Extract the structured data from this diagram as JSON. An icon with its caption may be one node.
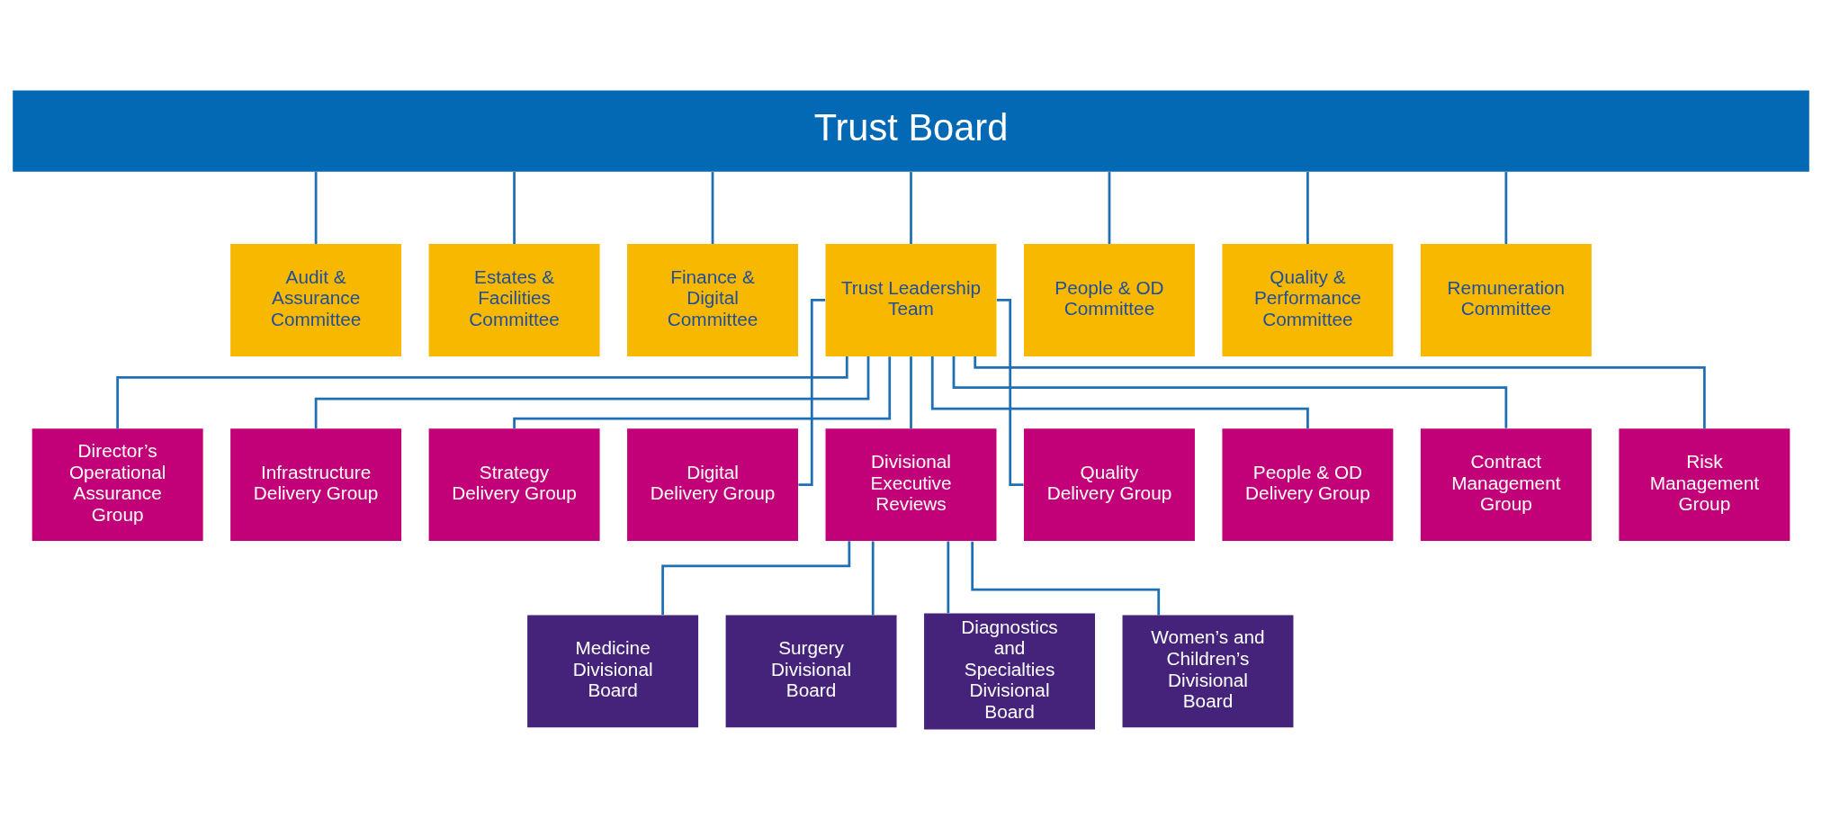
{
  "diagram": {
    "nodes": [
      {
        "text": [
          "Trust Board"
        ]
      },
      {
        "text": [
          "Audit & Assurance Committee"
        ]
      },
      {
        "text": [
          "Estates & Facilities Committee"
        ]
      },
      {
        "text": [
          "Finance & Digital Committee"
        ]
      },
      {
        "text": [
          "Trust Leadership Team"
        ]
      },
      {
        "text": [
          "People & OD Committee"
        ]
      },
      {
        "text": [
          "Quality & Performance Committee"
        ]
      },
      {
        "text": [
          "Remuneration Committee"
        ]
      },
      {
        "text": [
          "Director’s Operational Assurance Group"
        ]
      },
      {
        "text": [
          "Infrastructure Delivery Group"
        ]
      },
      {
        "text": [
          "Strategy Delivery Group"
        ]
      },
      {
        "text": [
          "Digital Delivery Group"
        ]
      },
      {
        "text": [
          "Divisional Executive Reviews"
        ]
      },
      {
        "text": [
          "Quality Delivery Group"
        ]
      },
      {
        "text": [
          "People & OD Delivery Group"
        ]
      },
      {
        "text": [
          "Contract Management Group"
        ]
      },
      {
        "text": [
          "Risk Management Group"
        ]
      },
      {
        "text": [
          "Medicine Divisional Board"
        ]
      },
      {
        "text": [
          "Surgery Divisional Board"
        ]
      },
      {
        "text": [
          "Diagnostics and Specialties Divisional Board"
        ]
      },
      {
        "text": [
          "Women’s and Children’s Divisional Board"
        ]
      }
    ],
    "edges": [
      {
        "from": 0,
        "to": 1,
        "arrow": "none"
      },
      {
        "from": 0,
        "to": 2,
        "arrow": "none"
      },
      {
        "from": 0,
        "to": 3,
        "arrow": "none"
      },
      {
        "from": 0,
        "to": 4,
        "arrow": "none"
      },
      {
        "from": 0,
        "to": 5,
        "arrow": "none"
      },
      {
        "from": 0,
        "to": 6,
        "arrow": "none"
      },
      {
        "from": 0,
        "to": 7,
        "arrow": "none"
      },
      {
        "from": 4,
        "to": 8,
        "arrow": "none"
      },
      {
        "from": 4,
        "to": 9,
        "arrow": "none"
      },
      {
        "from": 4,
        "to": 10,
        "arrow": "none"
      },
      {
        "from": 4,
        "to": 11,
        "arrow": "none"
      },
      {
        "from": 4,
        "to": 12,
        "arrow": "none"
      },
      {
        "from": 4,
        "to": 13,
        "arrow": "none"
      },
      {
        "from": 4,
        "to": 14,
        "arrow": "none"
      },
      {
        "from": 4,
        "to": 15,
        "arrow": "none"
      },
      {
        "from": 4,
        "to": 16,
        "arrow": "none"
      },
      {
        "from": 12,
        "to": 17,
        "arrow": "none"
      },
      {
        "from": 12,
        "to": 18,
        "arrow": "none"
      },
      {
        "from": 12,
        "to": 19,
        "arrow": "none"
      },
      {
        "from": 12,
        "to": 20,
        "arrow": "none"
      }
    ]
  }
}
